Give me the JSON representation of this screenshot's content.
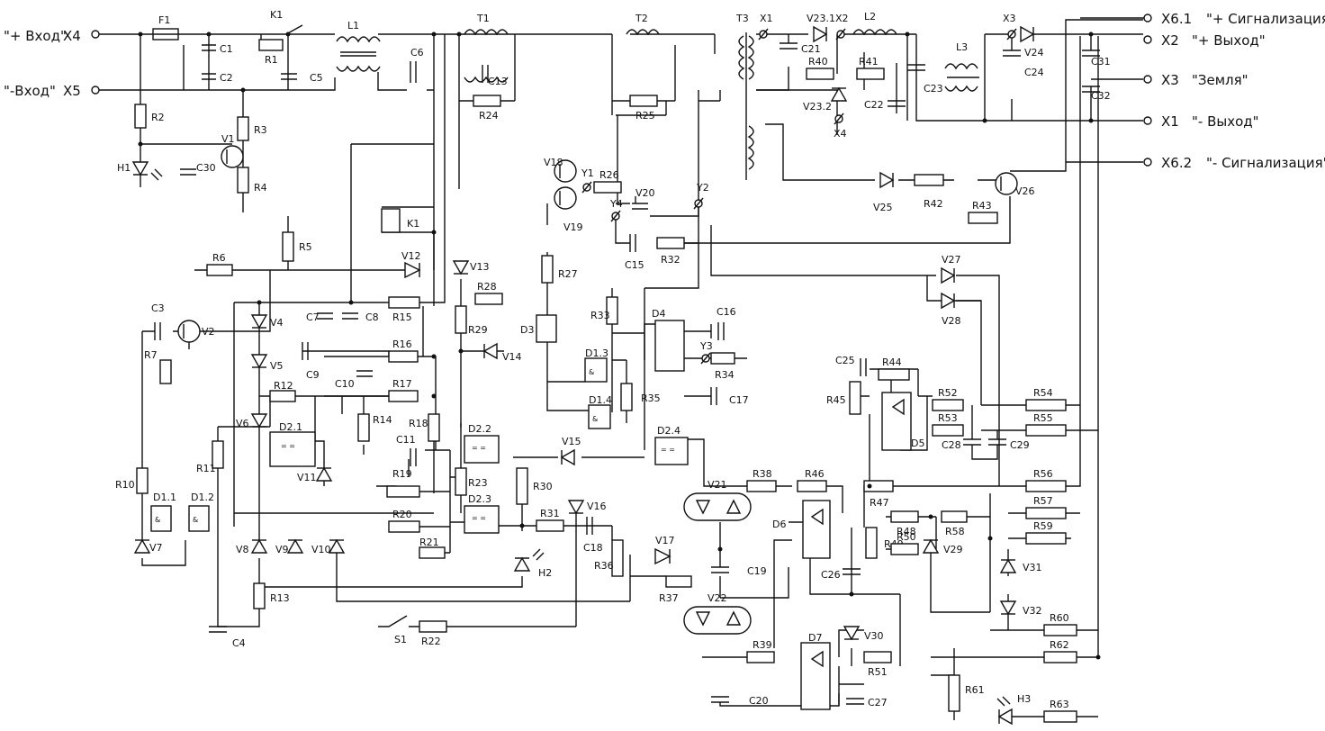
{
  "terminals": {
    "X4": {
      "id": "X4",
      "text": "\"+ Вход\""
    },
    "X5": {
      "id": "X5",
      "text": "\"-Вход\""
    },
    "X61": {
      "id": "X6.1",
      "text": "\"+ Сигнализация\""
    },
    "X2": {
      "id": "X2",
      "text": "\"+ Выход\""
    },
    "X3": {
      "id": "X3",
      "text": "\"Земля\""
    },
    "X1": {
      "id": "X1",
      "text": "\"- Выход\""
    },
    "X62": {
      "id": "X6.2",
      "text": "\"- Сигнализация\""
    }
  },
  "testpoints": {
    "X1": "X1",
    "X2": "X2",
    "X3": "X3",
    "X4": "X4",
    "Y1": "Y1",
    "Y2": "Y2",
    "Y3": "Y3",
    "Y4": "Y4"
  },
  "resistors": {
    "R1": "R1",
    "R2": "R2",
    "R3": "R3",
    "R4": "R4",
    "R5": "R5",
    "R6": "R6",
    "R7": "R7",
    "R10": "R10",
    "R11": "R11",
    "R12": "R12",
    "R13": "R13",
    "R14": "R14",
    "R15": "R15",
    "R16": "R16",
    "R17": "R17",
    "R18": "R18",
    "R19": "R19",
    "R20": "R20",
    "R21": "R21",
    "R22": "R22",
    "R23": "R23",
    "R24": "R24",
    "R25": "R25",
    "R26": "R26",
    "R27": "R27",
    "R28": "R28",
    "R29": "R29",
    "R30": "R30",
    "R31": "R31",
    "R32": "R32",
    "R33": "R33",
    "R34": "R34",
    "R35": "R35",
    "R36": "R36",
    "R37": "R37",
    "R38": "R38",
    "R39": "R39",
    "R40": "R40",
    "R41": "R41",
    "R42": "R42",
    "R43": "R43",
    "R44": "R44",
    "R45": "R45",
    "R46": "R46",
    "R47": "R47",
    "R48": "R48",
    "R49": "R49",
    "R50": "R50",
    "R51": "R51",
    "R52": "R52",
    "R53": "R53",
    "R54": "R54",
    "R55": "R55",
    "R56": "R56",
    "R57": "R57",
    "R58": "R58",
    "R59": "R59",
    "R60": "R60",
    "R61": "R61",
    "R62": "R62",
    "R63": "R63"
  },
  "capacitors": {
    "C1": "C1",
    "C2": "C2",
    "C3": "C3",
    "C4": "C4",
    "C5": "C5",
    "C6": "C6",
    "C7": "C7",
    "C8": "C8",
    "C9": "C9",
    "C10": "C10",
    "C11": "C11",
    "C13": "C13",
    "C15": "C15",
    "C16": "C16",
    "C17": "C17",
    "C18": "C18",
    "C19": "C19",
    "C20": "C20",
    "C21": "C21",
    "C22": "C22",
    "C23": "C23",
    "C24": "C24",
    "C25": "C25",
    "C26": "C26",
    "C27": "C27",
    "C28": "C28",
    "C29": "C29",
    "C30": "C30",
    "C31": "C31",
    "C32": "C32"
  },
  "diodes": {
    "V4": "V4",
    "V5": "V5",
    "V6": "V6",
    "V7": "V7",
    "V8": "V8",
    "V9": "V9",
    "V10": "V10",
    "V11": "V11",
    "V12": "V12",
    "V13": "V13",
    "V14": "V14",
    "V15": "V15",
    "V16": "V16",
    "V17": "V17",
    "V23_1": "V23.1",
    "V23_2": "V23.2",
    "V24": "V24",
    "V25": "V25",
    "V27": "V27",
    "V28": "V28",
    "V29": "V29",
    "V30": "V30",
    "V31": "V31",
    "V32": "V32"
  },
  "transistors": {
    "V1": "V1",
    "V2": "V2",
    "V18": "V18",
    "V19": "V19",
    "V20": "V20",
    "V26": "V26"
  },
  "optocouplers": {
    "V21": "V21",
    "V22": "V22"
  },
  "leds": {
    "H1": "H1",
    "H2": "H2",
    "H3": "H3"
  },
  "magnetics": {
    "L1": "L1",
    "L2": "L2",
    "L3": "L3",
    "T1": "T1",
    "T2": "T2",
    "T3": "T3"
  },
  "chips": {
    "D1_1": "D1.1",
    "D1_2": "D1.2",
    "D1_3": "D1.3",
    "D1_4": "D1.4",
    "D2_1": "D2.1",
    "D2_2": "D2.2",
    "D2_3": "D2.3",
    "D2_4": "D2.4",
    "D3": "D3",
    "D4": "D4",
    "D5": "D5",
    "D6": "D6",
    "D7": "D7"
  },
  "misc": {
    "F1": "F1",
    "K1_contact": "K1",
    "K1_coil": "K1",
    "S1": "S1"
  }
}
